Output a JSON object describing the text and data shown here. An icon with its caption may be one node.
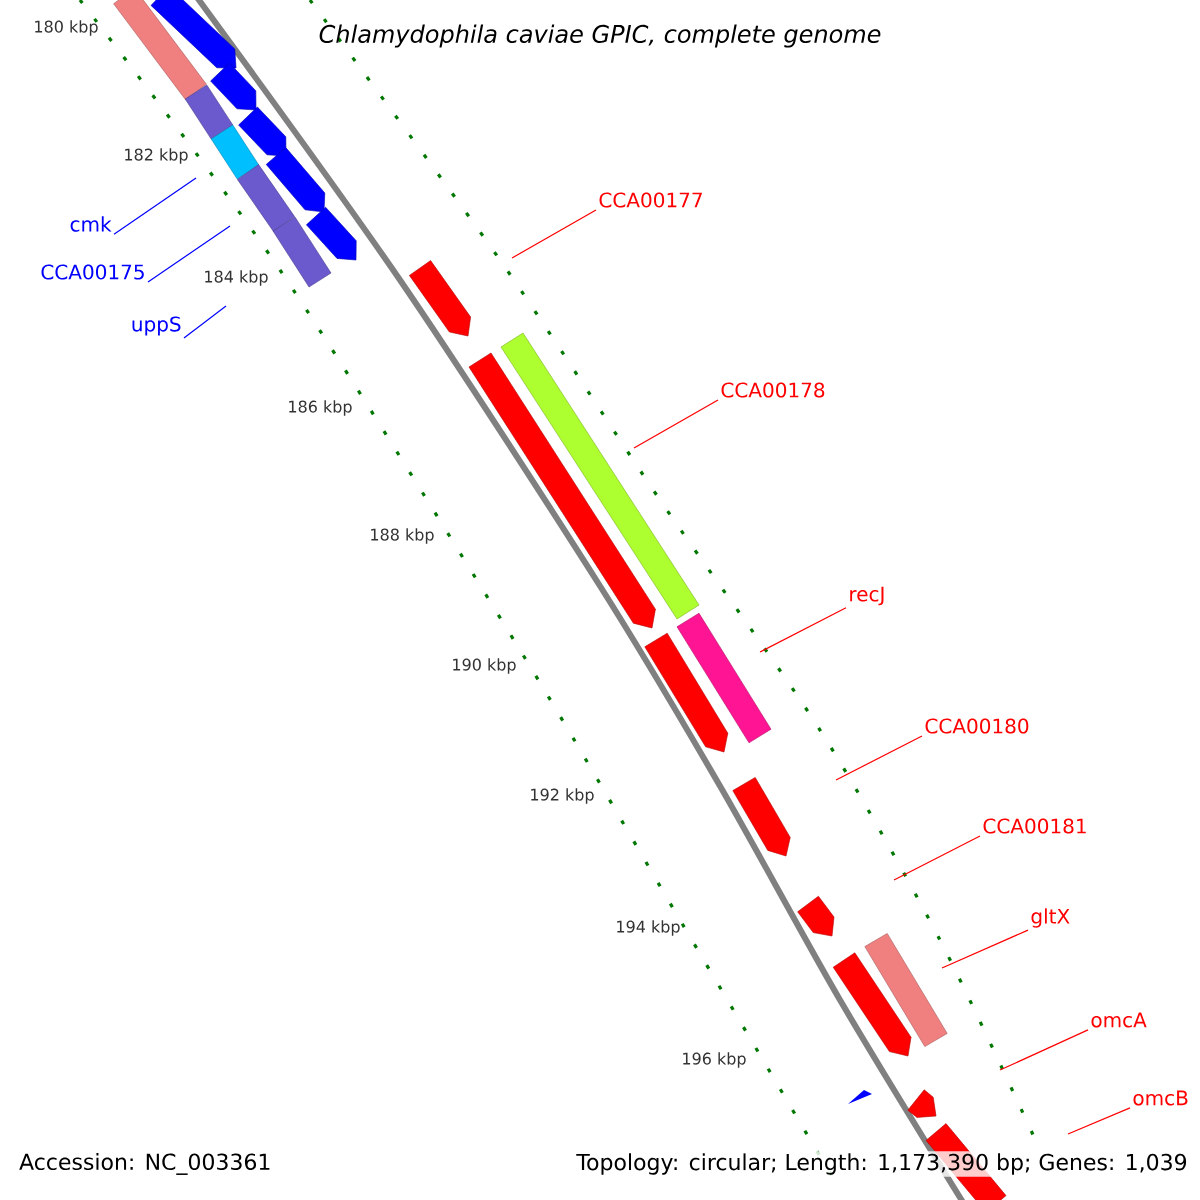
{
  "diagram": {
    "title": "Chlamydophila caviae GPIC, complete genome",
    "nodes": [
      {
        "text": [
          "cmk"
        ]
      },
      {
        "text": [
          "CCA00175"
        ]
      },
      {
        "text": [
          "uppS"
        ]
      },
      {
        "text": [
          "CCA00177"
        ]
      },
      {
        "text": [
          "CCA00178"
        ]
      },
      {
        "text": [
          "recJ"
        ]
      },
      {
        "text": [
          "CCA00180"
        ]
      },
      {
        "text": [
          "CCA00181"
        ]
      },
      {
        "text": [
          "gltX"
        ]
      },
      {
        "text": [
          "omcA"
        ]
      },
      {
        "text": [
          "omcB"
        ]
      }
    ],
    "edges": [
      {
        "from": 0,
        "to": null,
        "arrow": "none",
        "color": "#0000ff"
      },
      {
        "from": 1,
        "to": null,
        "arrow": "none",
        "color": "#0000ff"
      },
      {
        "from": 2,
        "to": null,
        "arrow": "none",
        "color": "#0000ff"
      },
      {
        "from": 3,
        "to": null,
        "arrow": "none"
      },
      {
        "from": 4,
        "to": null,
        "arrow": "none"
      },
      {
        "from": 5,
        "to": null,
        "arrow": "none"
      },
      {
        "from": 6,
        "to": null,
        "arrow": "none"
      },
      {
        "from": 7,
        "to": null,
        "arrow": "none"
      },
      {
        "from": 8,
        "to": null,
        "arrow": "none"
      },
      {
        "from": 9,
        "to": null,
        "arrow": "none"
      },
      {
        "from": 10,
        "to": null,
        "arrow": "none"
      }
    ],
    "labels": [
      "180 kbp",
      "182 kbp",
      "184 kbp",
      "186 kbp",
      "188 kbp",
      "190 kbp",
      "192 kbp",
      "194 kbp",
      "196 kbp",
      "Accession: NC_003361",
      "Topology: circular; Length: 1,173,390 bp; Genes: 1,039"
    ]
  }
}
